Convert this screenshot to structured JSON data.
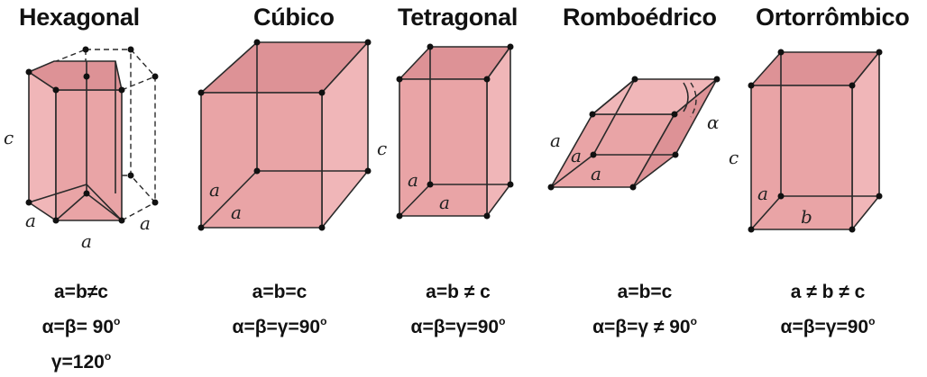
{
  "systems": [
    {
      "name": "Hexagonal",
      "line1": "a=b≠c",
      "line2": "α=β= 90",
      "line3": "γ=120",
      "deg": "o"
    },
    {
      "name": "Cúbico",
      "line1": "a=b=c",
      "line2": "α=β=γ=90",
      "deg": "o"
    },
    {
      "name": "Tetragonal",
      "line1": "a=b ≠ c",
      "line2": "α=β=γ=90",
      "deg": "o"
    },
    {
      "name": "Romboédrico",
      "line1": "a=b=c",
      "line2": "α=β=γ ≠ 90",
      "deg": "o"
    },
    {
      "name": "Ortorrômbico",
      "line1": "a ≠ b ≠ c",
      "line2": "α=β=γ=90",
      "deg": "o"
    }
  ],
  "labels": {
    "hex": {
      "c": "c",
      "a1": "a",
      "a2": "a",
      "a3": "a"
    },
    "cub": {
      "a1": "a",
      "a2": "a"
    },
    "tet": {
      "c": "c",
      "a1": "a",
      "a2": "a"
    },
    "rho": {
      "a1": "a",
      "a2": "a",
      "a3": "a",
      "alpha": "α"
    },
    "ort": {
      "c": "c",
      "a": "a",
      "b": "b"
    }
  },
  "colors": {
    "face": "#e9a4a6",
    "edge": "#2a2a2a"
  }
}
